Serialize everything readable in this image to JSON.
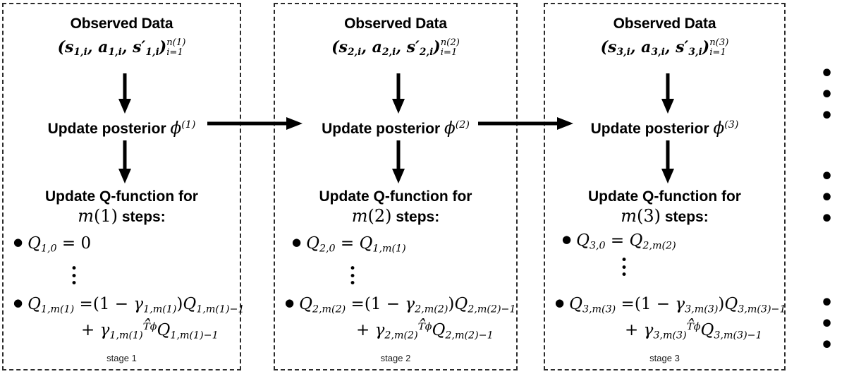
{
  "figure": {
    "type": "flow-diagram",
    "description": "Sequential stage-wise Bayesian Q-learning procedure across stages 1, 2, 3 and beyond",
    "background_color": "#ffffff",
    "line_color": "#000000",
    "panel_border_style": "dashed"
  },
  "stages": [
    {
      "id": "stage-1",
      "stage_label": "stage 1",
      "observed_data": {
        "title": "Observed Data",
        "tuple_open": "(",
        "s": "s",
        "s_sub": "1,i",
        "comma1": ", ",
        "a": "a",
        "a_sub": "1,i",
        "comma2": ", ",
        "sprime": "s′",
        "sprime_sub": "1,i",
        "tuple_close": ")",
        "upper_limit": "n(1)",
        "lower_limit": "i=1"
      },
      "posterior": {
        "label": "Update posterior",
        "symbol": "ϕ",
        "superscript": "(1)"
      },
      "qfunction": {
        "line1": "Update Q-function for",
        "m_symbol": "m",
        "m_arg": "(1)",
        "line2_suffix": " steps:"
      },
      "bullets": [
        {
          "lhs": "Q",
          "lhs_sub": "1,0",
          "rel": " = ",
          "rhs": "0"
        },
        {
          "lhs": "Q",
          "lhs_sub": "1,m(1)",
          "rel": " =",
          "rhs_line1_a": "(1 − ",
          "rhs_line1_gamma": "γ",
          "rhs_line1_gamma_sub": "1,m(1)",
          "rhs_line1_b": ")",
          "rhs_line1_Q": "Q",
          "rhs_line1_Q_sub": "1,m(1)−1",
          "rhs_line2_plus": "+ ",
          "rhs_line2_gamma": "γ",
          "rhs_line2_gamma_sub": "1,m(1)",
          "rhs_line2_T": "ᵀ̂",
          "rhs_line2_T_sup": "ϕ",
          "rhs_line2_Q": "Q",
          "rhs_line2_Q_sub": "1,m(1)−1"
        }
      ],
      "vdots": "⋮"
    },
    {
      "id": "stage-2",
      "stage_label": "stage 2",
      "observed_data": {
        "title": "Observed Data",
        "tuple_open": "(",
        "s": "s",
        "s_sub": "2,i",
        "comma1": ", ",
        "a": "a",
        "a_sub": "2,i",
        "comma2": ", ",
        "sprime": "s′",
        "sprime_sub": "2,i",
        "tuple_close": ")",
        "upper_limit": "n(2)",
        "lower_limit": "i=1"
      },
      "posterior": {
        "label": "Update posterior",
        "symbol": "ϕ",
        "superscript": "(2)"
      },
      "qfunction": {
        "line1": "Update Q-function for",
        "m_symbol": "m",
        "m_arg": "(2)",
        "line2_suffix": " steps:"
      },
      "bullets": [
        {
          "lhs": "Q",
          "lhs_sub": "2,0",
          "rel": " = ",
          "rhs": "Q",
          "rhs_sub": "1,m(1)"
        },
        {
          "lhs": "Q",
          "lhs_sub": "2,m(2)",
          "rel": " =",
          "rhs_line1_a": "(1 − ",
          "rhs_line1_gamma": "γ",
          "rhs_line1_gamma_sub": "2,m(2)",
          "rhs_line1_b": ")",
          "rhs_line1_Q": "Q",
          "rhs_line1_Q_sub": "2,m(2)−1",
          "rhs_line2_plus": "+ ",
          "rhs_line2_gamma": "γ",
          "rhs_line2_gamma_sub": "2,m(2)",
          "rhs_line2_T": "ᵀ̂",
          "rhs_line2_T_sup": "ϕ",
          "rhs_line2_Q": "Q",
          "rhs_line2_Q_sub": "2,m(2)−1"
        }
      ],
      "vdots": "⋮"
    },
    {
      "id": "stage-3",
      "stage_label": "stage 3",
      "observed_data": {
        "title": "Observed Data",
        "tuple_open": "(",
        "s": "s",
        "s_sub": "3,i",
        "comma1": ", ",
        "a": "a",
        "a_sub": "3,i",
        "comma2": ", ",
        "sprime": "s′",
        "sprime_sub": "3,i",
        "tuple_close": ")",
        "upper_limit": "n(3)",
        "lower_limit": "i=1"
      },
      "posterior": {
        "label": "Update posterior",
        "symbol": "ϕ",
        "superscript": "(3)"
      },
      "qfunction": {
        "line1": "Update Q-function for",
        "m_symbol": "m",
        "m_arg": "(3)",
        "line2_suffix": " steps:"
      },
      "bullets": [
        {
          "lhs": "Q",
          "lhs_sub": "3,0",
          "rel": " = ",
          "rhs": "Q",
          "rhs_sub": "2,m(2)"
        },
        {
          "lhs": "Q",
          "lhs_sub": "3,m(3)",
          "rel": " =",
          "rhs_line1_a": "(1 − ",
          "rhs_line1_gamma": "γ",
          "rhs_line1_gamma_sub": "3,m(3)",
          "rhs_line1_b": ")",
          "rhs_line1_Q": "Q",
          "rhs_line1_Q_sub": "3,m(3)−1",
          "rhs_line2_plus": "+ ",
          "rhs_line2_gamma": "γ",
          "rhs_line2_gamma_sub": "3,m(3)",
          "rhs_line2_T": "ᵀ̂",
          "rhs_line2_T_sup": "ϕ",
          "rhs_line2_Q": "Q",
          "rhs_line2_Q_sub": "3,m(3)−1"
        }
      ],
      "vdots": "⋮"
    }
  ],
  "continuation": {
    "top_dots": "• • •",
    "middle_dots": "• • •",
    "bottom_dots": "• • •"
  }
}
